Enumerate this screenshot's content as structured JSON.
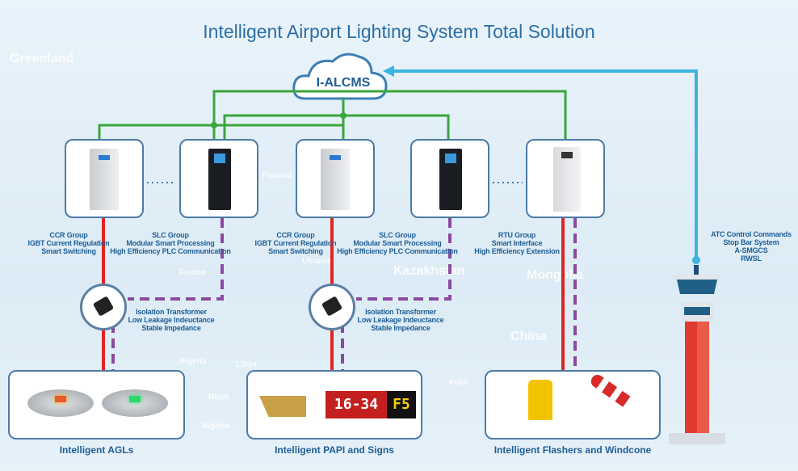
{
  "title": "Intelligent Airport Lighting System Total Solution",
  "cloud": "I-ALCMS",
  "map_labels": [
    "Greenland",
    "Finland",
    "Kazakhstan",
    "Mongolia",
    "China",
    "France",
    "Ukraine",
    "Algeria",
    "Libya",
    "Niger",
    "Nigeria",
    "India"
  ],
  "groups": [
    {
      "lines": [
        "CCR Group",
        "IGBT Current Regulation",
        "Smart Switching"
      ]
    },
    {
      "lines": [
        "SLC Group",
        "Modular Smart Processing",
        "High Efficiency PLC Communication"
      ]
    },
    {
      "lines": [
        "CCR Group",
        "IGBT Current Regulation",
        "Smart Switching"
      ]
    },
    {
      "lines": [
        "SLC Group",
        "Modular Smart Processing",
        "High Efficiency PLC Communication"
      ]
    },
    {
      "lines": [
        "RTU Group",
        "Smart Interface",
        "High Efficiency Extension"
      ]
    }
  ],
  "transformer": [
    "Isolation Transformer",
    "Low Leakage Indeuctance",
    "Stable Impedance"
  ],
  "atc": [
    "ATC Control Commands",
    "Stop Bar System",
    "A-SMGCS",
    "RWSL"
  ],
  "bottom": [
    "Intelligent AGLs",
    "Intelligent PAPI and Signs",
    "Intelligent Flashers and Windcone"
  ],
  "sign": {
    "left": "16-34",
    "right": "F5"
  },
  "colors": {
    "power": "#e02424",
    "plc": "#8a4aa0",
    "network": "#3aa63a",
    "atc_link": "#3cb4e0",
    "title": "#2c6ea5"
  }
}
